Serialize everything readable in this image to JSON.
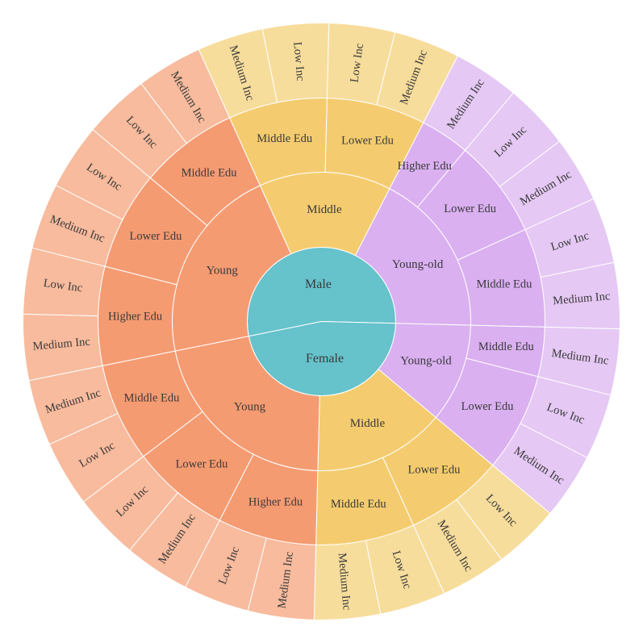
{
  "chart_data": {
    "type": "sunburst",
    "title": "",
    "colors": {
      "center": "#66c2cb",
      "Young": {
        "ring2": "#f59b72",
        "ring3": "#f59b72",
        "ring4": "#f8bb9d"
      },
      "Young-old": {
        "ring2": "#dab0f1",
        "ring3": "#dab0f1",
        "ring4": "#e5c8f4"
      },
      "Middle": {
        "ring2": "#f4cc6f",
        "ring3": "#f4cc6f",
        "ring4": "#f7dd9c"
      }
    },
    "root": [
      {
        "name": "Male",
        "children": [
          {
            "name": "Young",
            "children": [
              {
                "name": "Higher Edu",
                "children": [
                  {
                    "name": "Medium Inc",
                    "value": 1
                  },
                  {
                    "name": "Low Inc",
                    "value": 1
                  }
                ]
              },
              {
                "name": "Lower Edu",
                "children": [
                  {
                    "name": "Medium Inc",
                    "value": 1
                  },
                  {
                    "name": "Low Inc",
                    "value": 1
                  }
                ]
              },
              {
                "name": "Middle Edu",
                "children": [
                  {
                    "name": "Low Inc",
                    "value": 1
                  },
                  {
                    "name": "Medium Inc",
                    "value": 1
                  }
                ]
              }
            ]
          },
          {
            "name": "Middle",
            "children": [
              {
                "name": "Middle Edu",
                "children": [
                  {
                    "name": "Medium Inc",
                    "value": 1
                  },
                  {
                    "name": "Low Inc",
                    "value": 1
                  }
                ]
              },
              {
                "name": "Lower Edu",
                "children": [
                  {
                    "name": "Low Inc",
                    "value": 1
                  },
                  {
                    "name": "Medium Inc",
                    "value": 1
                  }
                ]
              }
            ]
          },
          {
            "name": "Young-old",
            "children": [
              {
                "name": "Higher Edu",
                "children": [
                  {
                    "name": "Medium Inc",
                    "value": 1
                  }
                ]
              },
              {
                "name": "Lower Edu",
                "children": [
                  {
                    "name": "Low Inc",
                    "value": 1
                  },
                  {
                    "name": "Medium Inc",
                    "value": 1
                  }
                ]
              },
              {
                "name": "Middle Edu",
                "children": [
                  {
                    "name": "Low Inc",
                    "value": 1
                  },
                  {
                    "name": "Medium Inc",
                    "value": 1
                  }
                ]
              }
            ]
          }
        ]
      },
      {
        "name": "Female",
        "children": [
          {
            "name": "Young-old",
            "children": [
              {
                "name": "Middle Edu",
                "children": [
                  {
                    "name": "Medium Inc",
                    "value": 1
                  }
                ]
              },
              {
                "name": "Lower Edu",
                "children": [
                  {
                    "name": "Low Inc",
                    "value": 1
                  },
                  {
                    "name": "Medium Inc",
                    "value": 1
                  }
                ]
              }
            ]
          },
          {
            "name": "Middle",
            "children": [
              {
                "name": "Lower Edu",
                "children": [
                  {
                    "name": "Low Inc",
                    "value": 1
                  },
                  {
                    "name": "Medium Inc",
                    "value": 1
                  }
                ]
              },
              {
                "name": "Middle Edu",
                "children": [
                  {
                    "name": "Low Inc",
                    "value": 1
                  },
                  {
                    "name": "Medium Inc",
                    "value": 1
                  }
                ]
              }
            ]
          },
          {
            "name": "Young",
            "children": [
              {
                "name": "Higher Edu",
                "children": [
                  {
                    "name": "Medium Inc",
                    "value": 1
                  },
                  {
                    "name": "Low Inc",
                    "value": 1
                  }
                ]
              },
              {
                "name": "Lower Edu",
                "children": [
                  {
                    "name": "Medium Inc",
                    "value": 1
                  },
                  {
                    "name": "Low Inc",
                    "value": 1
                  }
                ]
              },
              {
                "name": "Middle Edu",
                "children": [
                  {
                    "name": "Low Inc",
                    "value": 1
                  },
                  {
                    "name": "Medium Inc",
                    "value": 1
                  }
                ]
              }
            ]
          }
        ]
      }
    ]
  }
}
